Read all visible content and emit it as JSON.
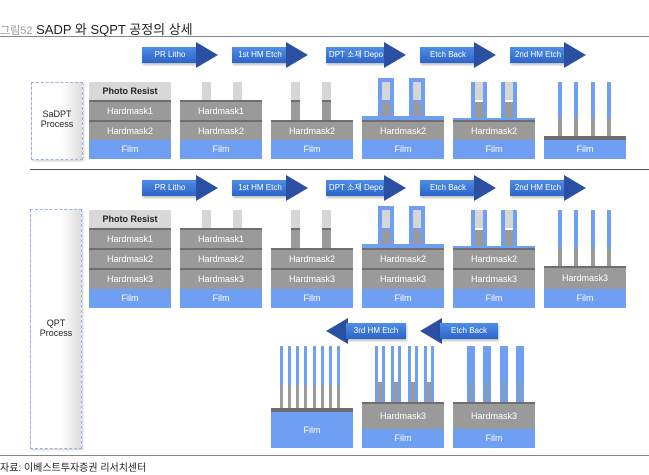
{
  "title": {
    "prefix": "그림52",
    "text": "SADP 와 SQPT 공정의 상세"
  },
  "footer": "자료: 이베스트투자증권 리서치센터",
  "colors": {
    "film": "#6f9ff2",
    "hardmask": "#9a9a9a",
    "photo_resist": "#d8d8d8",
    "arrow": "#2c64c8"
  },
  "steps": [
    "PR Litho",
    "1st HM Etch",
    "DPT 소재 Depo",
    "Etch Back",
    "2nd HM Etch"
  ],
  "bottom_steps": [
    "3rd HM Etch",
    "Etch Back"
  ],
  "sadpt": {
    "label_line1": "SaDPT",
    "label_line2": "Process",
    "layers": [
      "Photo Resist",
      "Hardmask1",
      "Hardmask2",
      "Film"
    ]
  },
  "qpt": {
    "label_line1": "QPT",
    "label_line2": "Process",
    "layers": [
      "Photo Resist",
      "Hardmask1",
      "Hardmask2",
      "Hardmask3",
      "Film"
    ]
  },
  "labels": {
    "hm1": "Hardmask1",
    "hm2": "Hardmask2",
    "hm3": "Hardmask3",
    "film": "Film"
  }
}
